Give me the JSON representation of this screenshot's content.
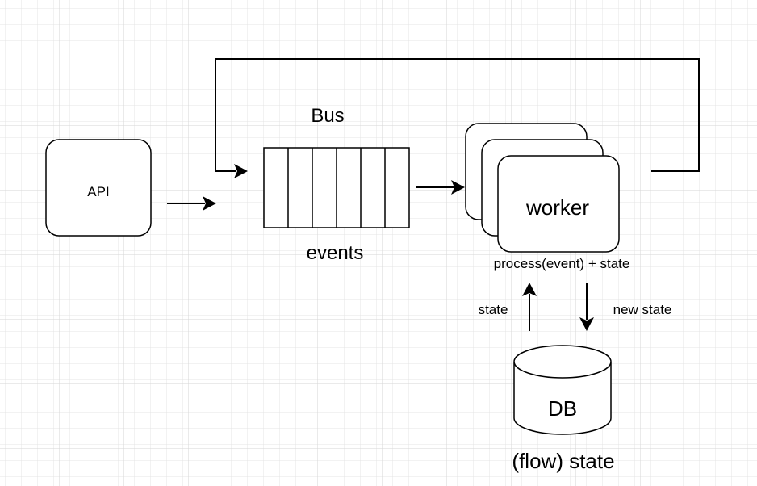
{
  "diagram": {
    "nodes": {
      "api": {
        "label": "API"
      },
      "bus": {
        "title": "Bus",
        "caption": "events"
      },
      "worker": {
        "label": "worker",
        "caption": "process(event) + state"
      },
      "db": {
        "label": "DB",
        "caption": "(flow) state"
      }
    },
    "edges": {
      "state_up": {
        "label": "state"
      },
      "state_down": {
        "label": "new state"
      }
    }
  }
}
